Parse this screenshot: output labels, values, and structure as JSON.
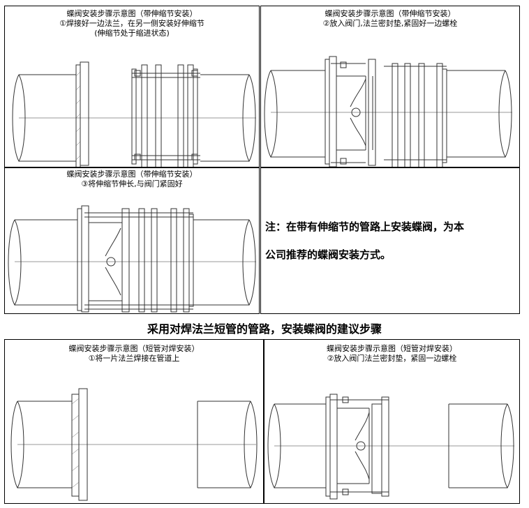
{
  "panels": [
    {
      "id": "p1",
      "title": "蝶阀安装步骤示意图（带伸缩节安装）",
      "lines": [
        "①焊接好一边法兰，在另一侧安装好伸缩节",
        "(伸缩节处于缩进状态)"
      ]
    },
    {
      "id": "p2",
      "title": "蝶阀安装步骤示意图（带伸缩节安装）",
      "lines": [
        "②放入阀门,法兰密封垫,紧固好一边螺栓"
      ]
    },
    {
      "id": "p3",
      "title": "蝶阀安装步骤示意图（带伸缩节安装）",
      "lines": [
        "③将伸缩节伸长,与阀门紧固好"
      ]
    },
    {
      "id": "p5",
      "title": "蝶阀安装步骤示意图（短管对焊安装）",
      "lines": [
        "①将一片法兰焊接在管道上"
      ]
    },
    {
      "id": "p6",
      "title": "蝶阀安装步骤示意图（短管对焊安装）",
      "lines": [
        "②放入阀门法兰密封垫，紧固一边螺栓"
      ]
    }
  ],
  "note": {
    "line1": "注：在带有伸缩节的管路上安装蝶阀，为本",
    "line2": "公司推荐的蝶阀安装方式。"
  },
  "section_heading": "采用对焊法兰短管的管路，安装蝶阀的建议步骤"
}
